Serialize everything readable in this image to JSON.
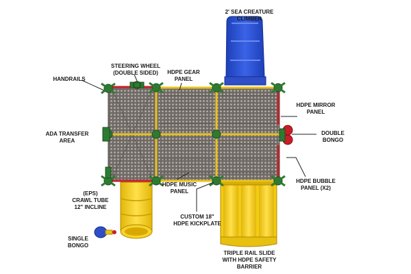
{
  "labels": {
    "sea_creature_climber": "2' SEA CREATURE\nCLIMBER",
    "steering_wheel": "STEERING WHEEL\n(DOUBLE SIDED)",
    "handrails": "HANDRAILS",
    "hdpe_gear_panel": "HDPE GEAR\nPANEL",
    "hdpe_mirror_panel": "HDPE MIRROR\nPANEL",
    "ada_transfer_area": "ADA TRANSFER\nAREA",
    "double_bongo": "DOUBLE\nBONGO",
    "hdpe_bubble_panel": "HDPE BUBBLE\nPANEL (X2)",
    "eps_crawl_tube": "(EPS)\nCRAWL TUBE\n12\" INCLINE",
    "hdpe_music_panel": "HDPE MUSIC\nPANEL",
    "custom_kickplate": "CUSTOM 18\"\nHDPE KICKPLATE",
    "single_bongo": "SINGLE\nBONGO",
    "triple_rail_slide": "TRIPLE RAIL SLIDE\nWITH HDPE SAFETY\nBARRIER"
  },
  "colors": {
    "deck": "#6f6a66",
    "deck_perforation": "#b8b2ac",
    "frame_yellow": "#e8c21a",
    "post_green": "#2f7a32",
    "rail_red": "#c8202a",
    "climber_blue": "#2a4fd0",
    "slide_yellow": "#f2cc12",
    "tube_yellow": "#f2cc12",
    "bongo_red": "#c81e28",
    "bongo_blue": "#2e4fc8",
    "leader_line": "#222222"
  }
}
